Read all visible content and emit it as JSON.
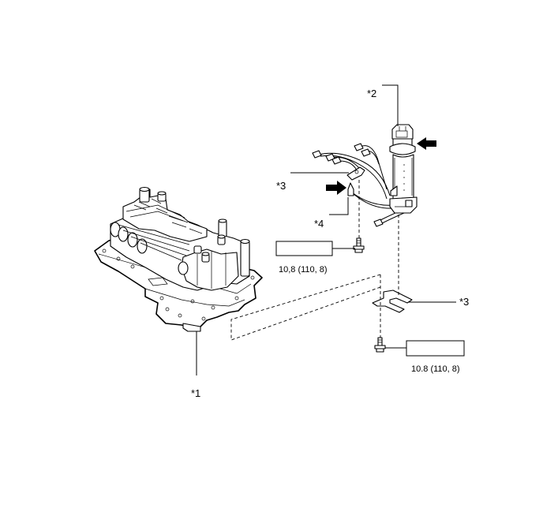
{
  "callouts": {
    "c1": "*1",
    "c2": "*2",
    "c3a": "*3",
    "c3b": "*3",
    "c4": "*4"
  },
  "torque": {
    "left": "10,8 (110, 8)",
    "right": "10.8 (110, 8)"
  },
  "icons": {
    "valve_body": "valve-body-assembly-icon",
    "solenoid": "solenoid-wire-assembly-icon",
    "bolt": "bolt-icon",
    "clamp": "lock-plate-icon",
    "arrow": "filled-arrow-icon"
  }
}
